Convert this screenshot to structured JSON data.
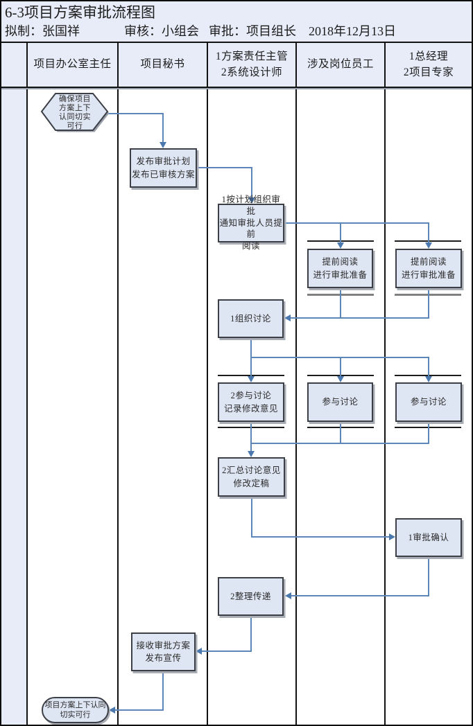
{
  "title": "6-3项目方案审批流程图",
  "meta": {
    "drafter": "拟制：张国祥",
    "reviewer": "审核：小组会",
    "approver": "审批：项目组长",
    "date": "2018年12月13日"
  },
  "lanes": [
    {
      "label": "项目办公室主任"
    },
    {
      "label": "项目秘书"
    },
    {
      "label": "1方案责任主管\n2系统设计师"
    },
    {
      "label": "涉及岗位员工"
    },
    {
      "label": "1总经理\n2项目专家"
    }
  ],
  "nodes": {
    "start": "确保项目\n方案上下\n认同切实\n可行",
    "publish_plan": "发布审批计划\n发布已审核方案",
    "organize_review": "1按计划组织审批\n通知审批人员提前\n阅读",
    "preread_staff": "提前阅读\n进行审批准备",
    "preread_expert": "提前阅读\n进行审批准备",
    "host_discussion": "1组织讨论",
    "discuss_record": "2参与讨论\n记录修改意见",
    "discuss_staff": "参与讨论",
    "discuss_expert": "参与讨论",
    "summarize": "2汇总讨论意见\n修改定稿",
    "approve": "1审批确认",
    "deliver": "2整理传递",
    "receive": "接收审批方案\n发布宣传",
    "end": "项目方案上下认同\n切实可行"
  },
  "colors": {
    "band_background": "#e8ecf8",
    "cell_background": "#ffffff",
    "node_fill": "#dfe6f3",
    "node_border": "#3c3f46",
    "connector": "#5c85b8",
    "arrowhead": "#4b79ae",
    "grid_line": "#111111",
    "parallel_bar_dark": "#1b1b1b",
    "parallel_bar_gray": "#808080"
  }
}
